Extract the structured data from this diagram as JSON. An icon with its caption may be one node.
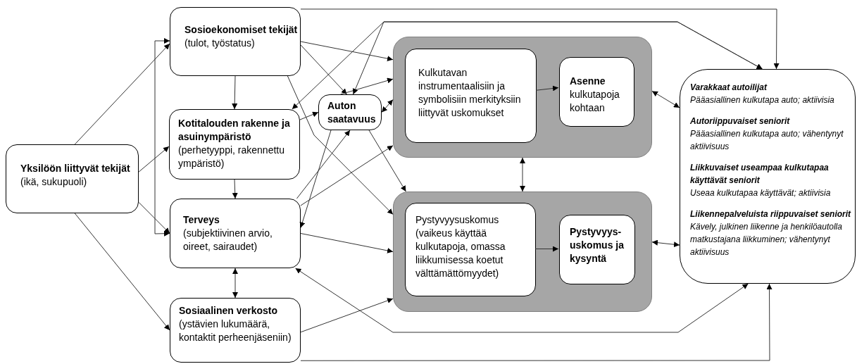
{
  "diagram": {
    "nodes": [
      {
        "text": [
          "Yksilöön liittyvät tekijät",
          "(ikä, sukupuoli)"
        ]
      },
      {
        "text": [
          "Sosioekonomiset tekijät",
          "(tulot, työstatus)"
        ]
      },
      {
        "text": [
          "Kotitalouden rakenne ja asuinympäristö",
          "(perhetyyppi, rakennettu ympäristö)"
        ]
      },
      {
        "text": [
          "Terveys",
          "(subjektiivinen arvio, oireet, sairaudet)"
        ]
      },
      {
        "text": [
          "Sosiaalinen verkosto",
          "(ystävien lukumäärä, kontaktit perheenjäseniin)"
        ]
      },
      {
        "text": [
          "Auton saatavuus"
        ]
      },
      {
        "text": [],
        "shape": "box"
      },
      {
        "text": [
          "Kulkutavan instrumentaalisiin ja symbolisiin merkityksiin liittyvät uskomukset"
        ],
        "in": 6
      },
      {
        "text": [
          "Asenne",
          "kulkutapoja kohtaan"
        ],
        "in": 6
      },
      {
        "text": [],
        "shape": "box"
      },
      {
        "text": [
          "Pystyvyysuskomus",
          "(vaikeus käyttää kulkutapoja, omassa liikkumisessa koetut välttämättömyydet)"
        ],
        "in": 9
      },
      {
        "text": [
          "Pystyvyys- uskomus ja kysyntä"
        ],
        "in": 9
      },
      {
        "text": [
          "Varakkaat autoilijat",
          "Pääasiallinen kulkutapa auto; aktiivisia",
          "Autoriippuvaiset seniorit",
          "Pääasiallinen kulkutapa auto; vähentynyt aktiivisuus",
          "Liikkuvaiset useampaa kulkutapaa käyttävät seniorit",
          "Useaa kulkutapaa käyttävät; aktiivisia",
          "Liikennepalveluista riippuvaiset seniorit",
          "Kävely, julkinen liikenne ja henkilöautolla matkustajana liikkuminen; vähentynyt aktiivisuus"
        ]
      }
    ],
    "edges": [
      {
        "from": 0,
        "to": 1,
        "arrow": "to"
      },
      {
        "from": 0,
        "to": 2,
        "arrow": "to"
      },
      {
        "from": 0,
        "to": 3,
        "arrow": "to"
      },
      {
        "from": 0,
        "to": 4,
        "arrow": "to"
      },
      {
        "from": 1,
        "to": 3,
        "arrow": "both"
      },
      {
        "from": 1,
        "to": 2,
        "arrow": "to"
      },
      {
        "from": 2,
        "to": 3,
        "arrow": "to"
      },
      {
        "from": 3,
        "to": 4,
        "arrow": "both"
      },
      {
        "from": 1,
        "to": 6,
        "arrow": "to"
      },
      {
        "from": 1,
        "to": 5,
        "arrow": "to"
      },
      {
        "from": 1,
        "to": 9,
        "arrow": "to"
      },
      {
        "from": 2,
        "to": 5,
        "arrow": "to"
      },
      {
        "from": 3,
        "to": 5,
        "arrow": "to"
      },
      {
        "from": 5,
        "to": 3,
        "arrow": "to"
      },
      {
        "from": 3,
        "to": 6,
        "arrow": "to"
      },
      {
        "from": 3,
        "to": 9,
        "arrow": "to"
      },
      {
        "from": 4,
        "to": 9,
        "arrow": "to"
      },
      {
        "from": 5,
        "to": 6,
        "arrow": "both"
      },
      {
        "from": 5,
        "to": 9,
        "arrow": "to"
      },
      {
        "from": 5,
        "to": 6,
        "arrow": "to"
      },
      {
        "from": 2,
        "to": 12,
        "arrow": "both"
      },
      {
        "from": 5,
        "to": 12,
        "arrow": "both"
      },
      {
        "from": 1,
        "to": 12,
        "arrow": "to"
      },
      {
        "from": 3,
        "to": 12,
        "arrow": "both"
      },
      {
        "from": 4,
        "to": 12,
        "arrow": "to"
      },
      {
        "from": 7,
        "to": 8,
        "arrow": "to"
      },
      {
        "from": 10,
        "to": 11,
        "arrow": "to"
      },
      {
        "from": 6,
        "to": 9,
        "arrow": "both"
      },
      {
        "from": 6,
        "to": 12,
        "arrow": "both"
      },
      {
        "from": 9,
        "to": 12,
        "arrow": "both"
      }
    ]
  }
}
